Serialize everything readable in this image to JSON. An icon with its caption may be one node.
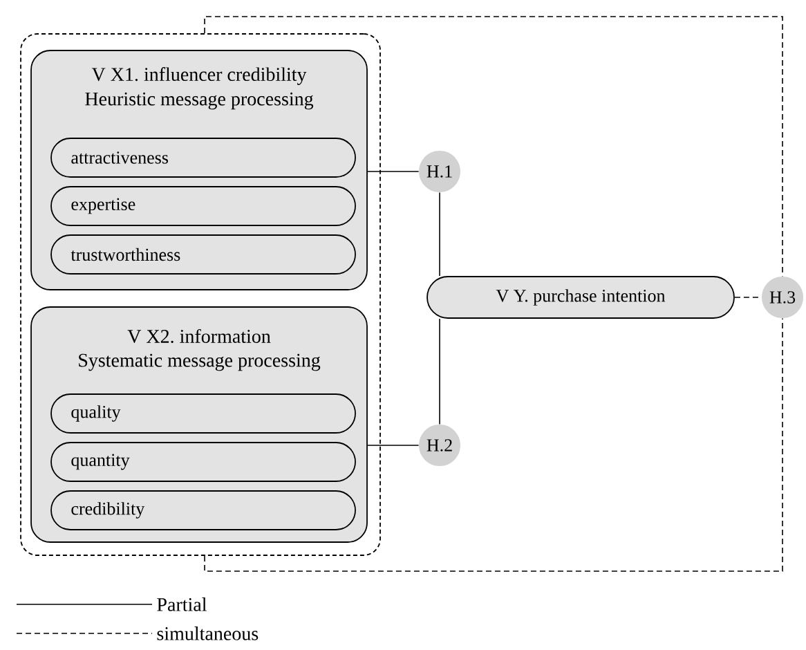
{
  "diagram": {
    "nodes": [
      {
        "text": [],
        "shape": "box"
      },
      {
        "text": [
          "V X1. influencer credibility",
          "Heuristic message processing"
        ],
        "in": 0
      },
      {
        "text": [
          "attractiveness"
        ],
        "in": 1
      },
      {
        "text": [
          "expertise"
        ],
        "in": 1
      },
      {
        "text": [
          "trustworthiness"
        ],
        "in": 1
      },
      {
        "text": [
          "V X2. information",
          "Systematic message processing"
        ],
        "in": 0
      },
      {
        "text": [
          "quality"
        ],
        "in": 5
      },
      {
        "text": [
          "quantity"
        ],
        "in": 5
      },
      {
        "text": [
          "credibility"
        ],
        "in": 5
      },
      {
        "text": [
          "H.1"
        ]
      },
      {
        "text": [
          "H.2"
        ]
      },
      {
        "text": [
          "V Y. purchase intention"
        ]
      },
      {
        "text": [
          "H.3"
        ]
      }
    ],
    "edges": [
      {
        "from": 1,
        "to": 9,
        "arrow": "none"
      },
      {
        "from": 5,
        "to": 10,
        "arrow": "none"
      },
      {
        "from": 9,
        "to": 11,
        "arrow": "none"
      },
      {
        "from": 10,
        "to": 11,
        "arrow": "none"
      },
      {
        "from": 11,
        "to": 12,
        "arrow": "none",
        "style": "dashed"
      },
      {
        "from": 0,
        "to": 12,
        "arrow": "none",
        "style": "dashed"
      },
      {
        "from": 0,
        "to": 12,
        "arrow": "none",
        "style": "dashed"
      }
    ],
    "legend": [
      {
        "text": "Partial"
      },
      {
        "text": "simultaneous"
      }
    ]
  }
}
